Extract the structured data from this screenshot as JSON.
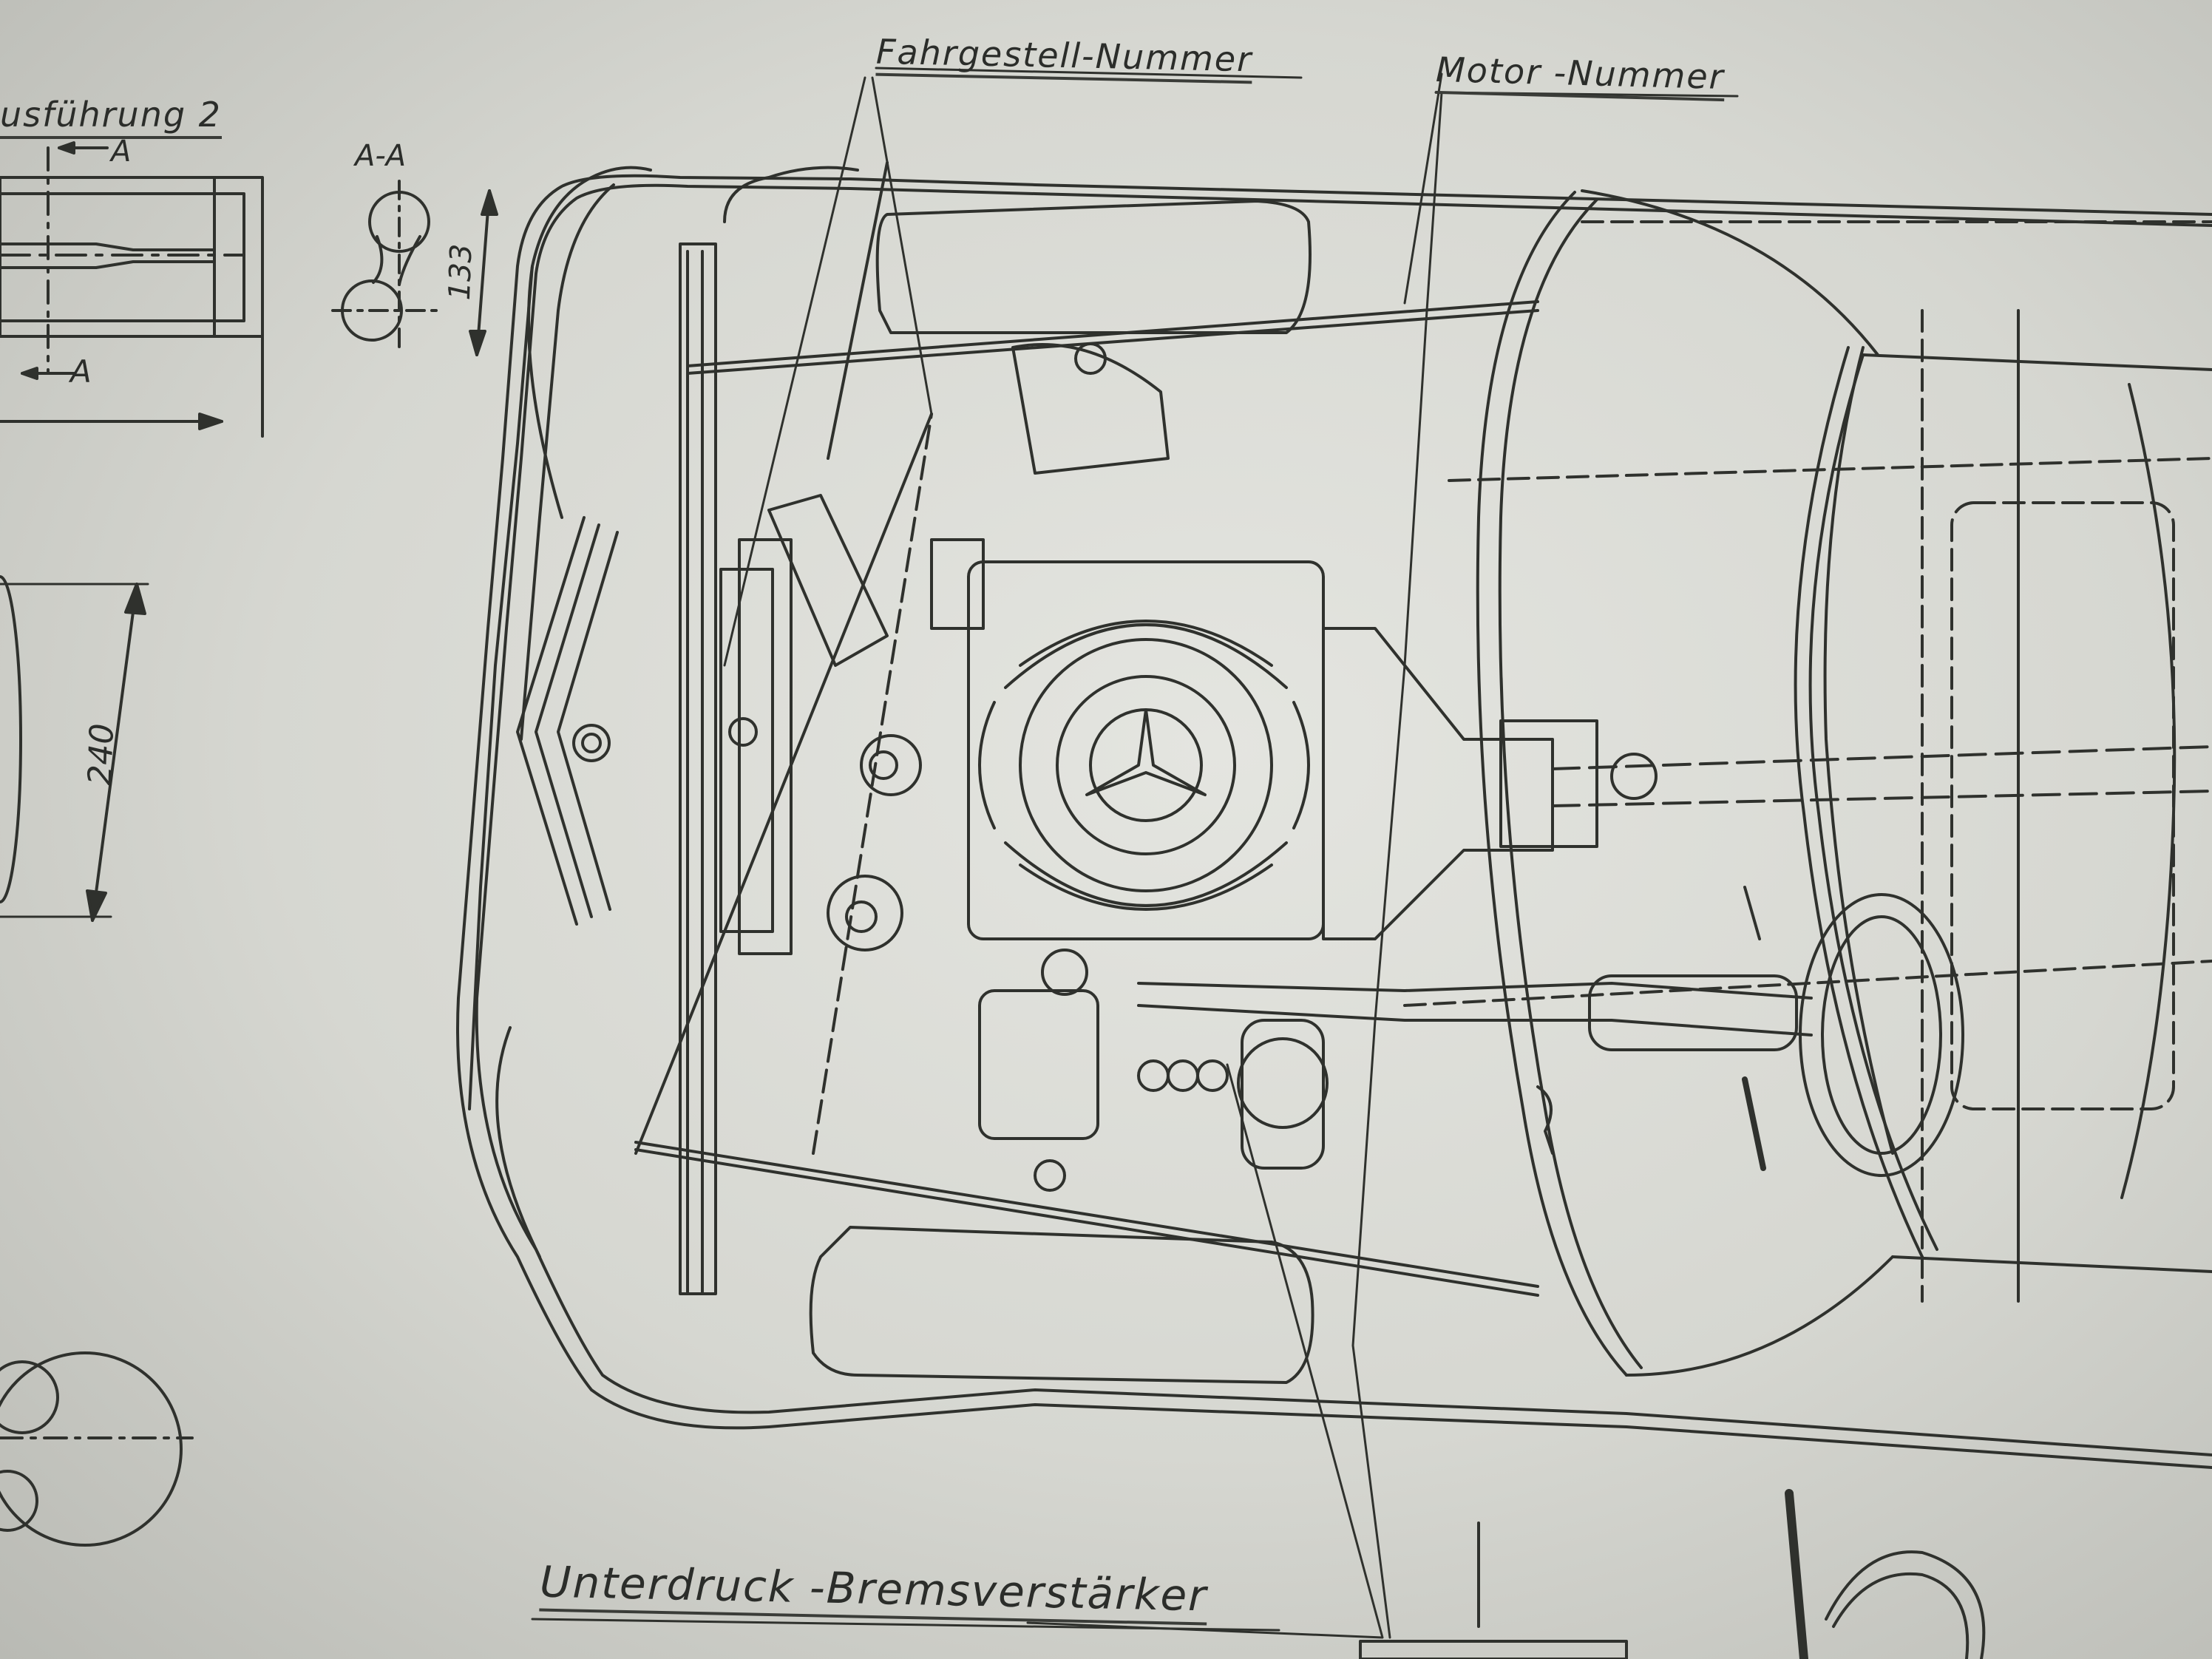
{
  "labels": {
    "chassis_number": "Fahrgestell-Nummer",
    "engine_number": "Motor -Nummer",
    "brake_booster": "Unterdruck -Bremsverstärker",
    "variant": "usführung 2",
    "section": "A-A"
  },
  "section_marks": {
    "a_top": "A",
    "a_bottom": "A"
  },
  "dimensions": {
    "d133": "133",
    "d240": "240"
  },
  "colors": {
    "paper": "#d8d9d3",
    "ink": "#2b2d2a"
  },
  "icons": {
    "emblem": "three-pointed-star-icon"
  }
}
